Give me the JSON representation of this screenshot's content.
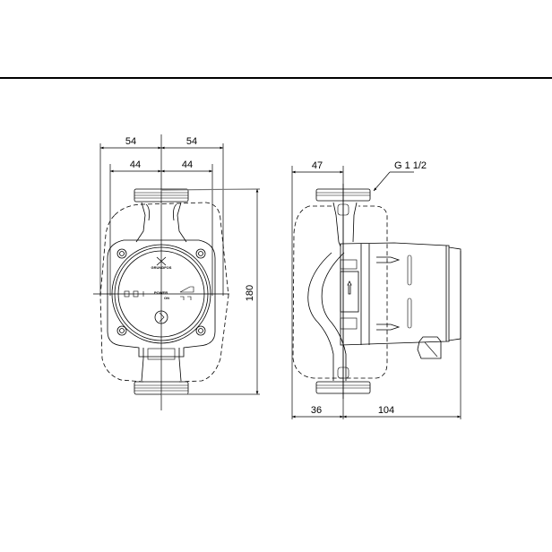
{
  "drawing": {
    "type": "dimensional sketch",
    "subject": "circulator pump",
    "front_view": {
      "logo_text": "GRUNDFOS",
      "panel_label": "POWER",
      "panel_sublabel": "ON",
      "dimensions": {
        "top_left_outer": "54",
        "top_right_outer": "54",
        "top_left_inner": "44",
        "top_right_inner": "44",
        "height": "180"
      }
    },
    "side_view": {
      "thread_callout": "G 1 1/2",
      "dimensions": {
        "top_left": "47",
        "bottom_left": "36",
        "bottom_right": "104"
      }
    },
    "colors": {
      "line": "#000000",
      "background": "#ffffff",
      "leader_gray": "#777777"
    }
  }
}
